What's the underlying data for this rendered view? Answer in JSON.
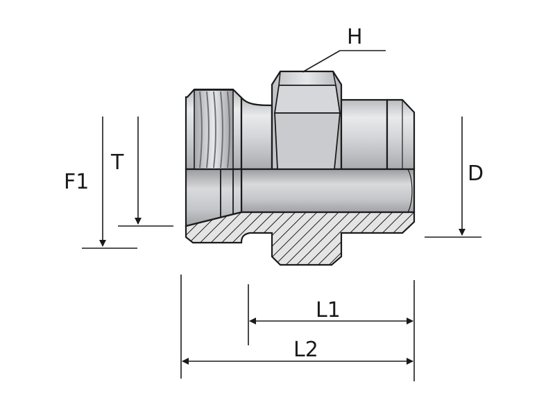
{
  "labels": {
    "H": "H",
    "T": "T",
    "F1": "F1",
    "D": "D",
    "L1": "L1",
    "L2": "L2"
  },
  "colors": {
    "line": "#1a1a1a",
    "metal_light": "#e2e3e5",
    "metal_mid": "#c2c4c7",
    "metal_dark": "#8e9094",
    "section_fill": "#dcdcdc"
  }
}
